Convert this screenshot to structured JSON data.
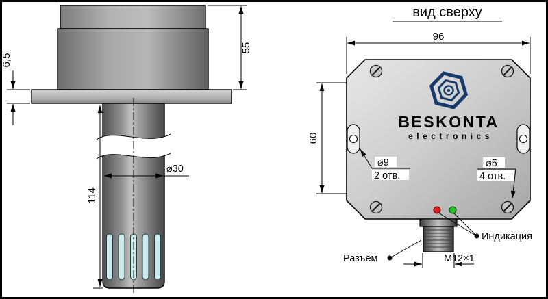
{
  "side_view": {
    "dim_height": "55",
    "dim_flange": "6,5",
    "dim_probe_len": "114",
    "dim_probe_dia": "⌀30"
  },
  "top_view": {
    "title": "вид сверху",
    "dim_width": "96",
    "dim_holes": "60",
    "d9": "⌀9",
    "d9_count": "2 отв.",
    "d5": "⌀5",
    "d5_count": "4 отв.",
    "connector": "Разъём",
    "indication": "Индикация",
    "thread": "M12×1",
    "brand": "BESKONTA",
    "brand_sub": "electronics"
  },
  "colors": {
    "line": "#000000",
    "brand_navy": "#173a6d",
    "brand_blue": "#3a7bc8",
    "led_red": "#df1b1b",
    "led_green": "#21c421",
    "slot_cyan": "#cdeaea"
  }
}
